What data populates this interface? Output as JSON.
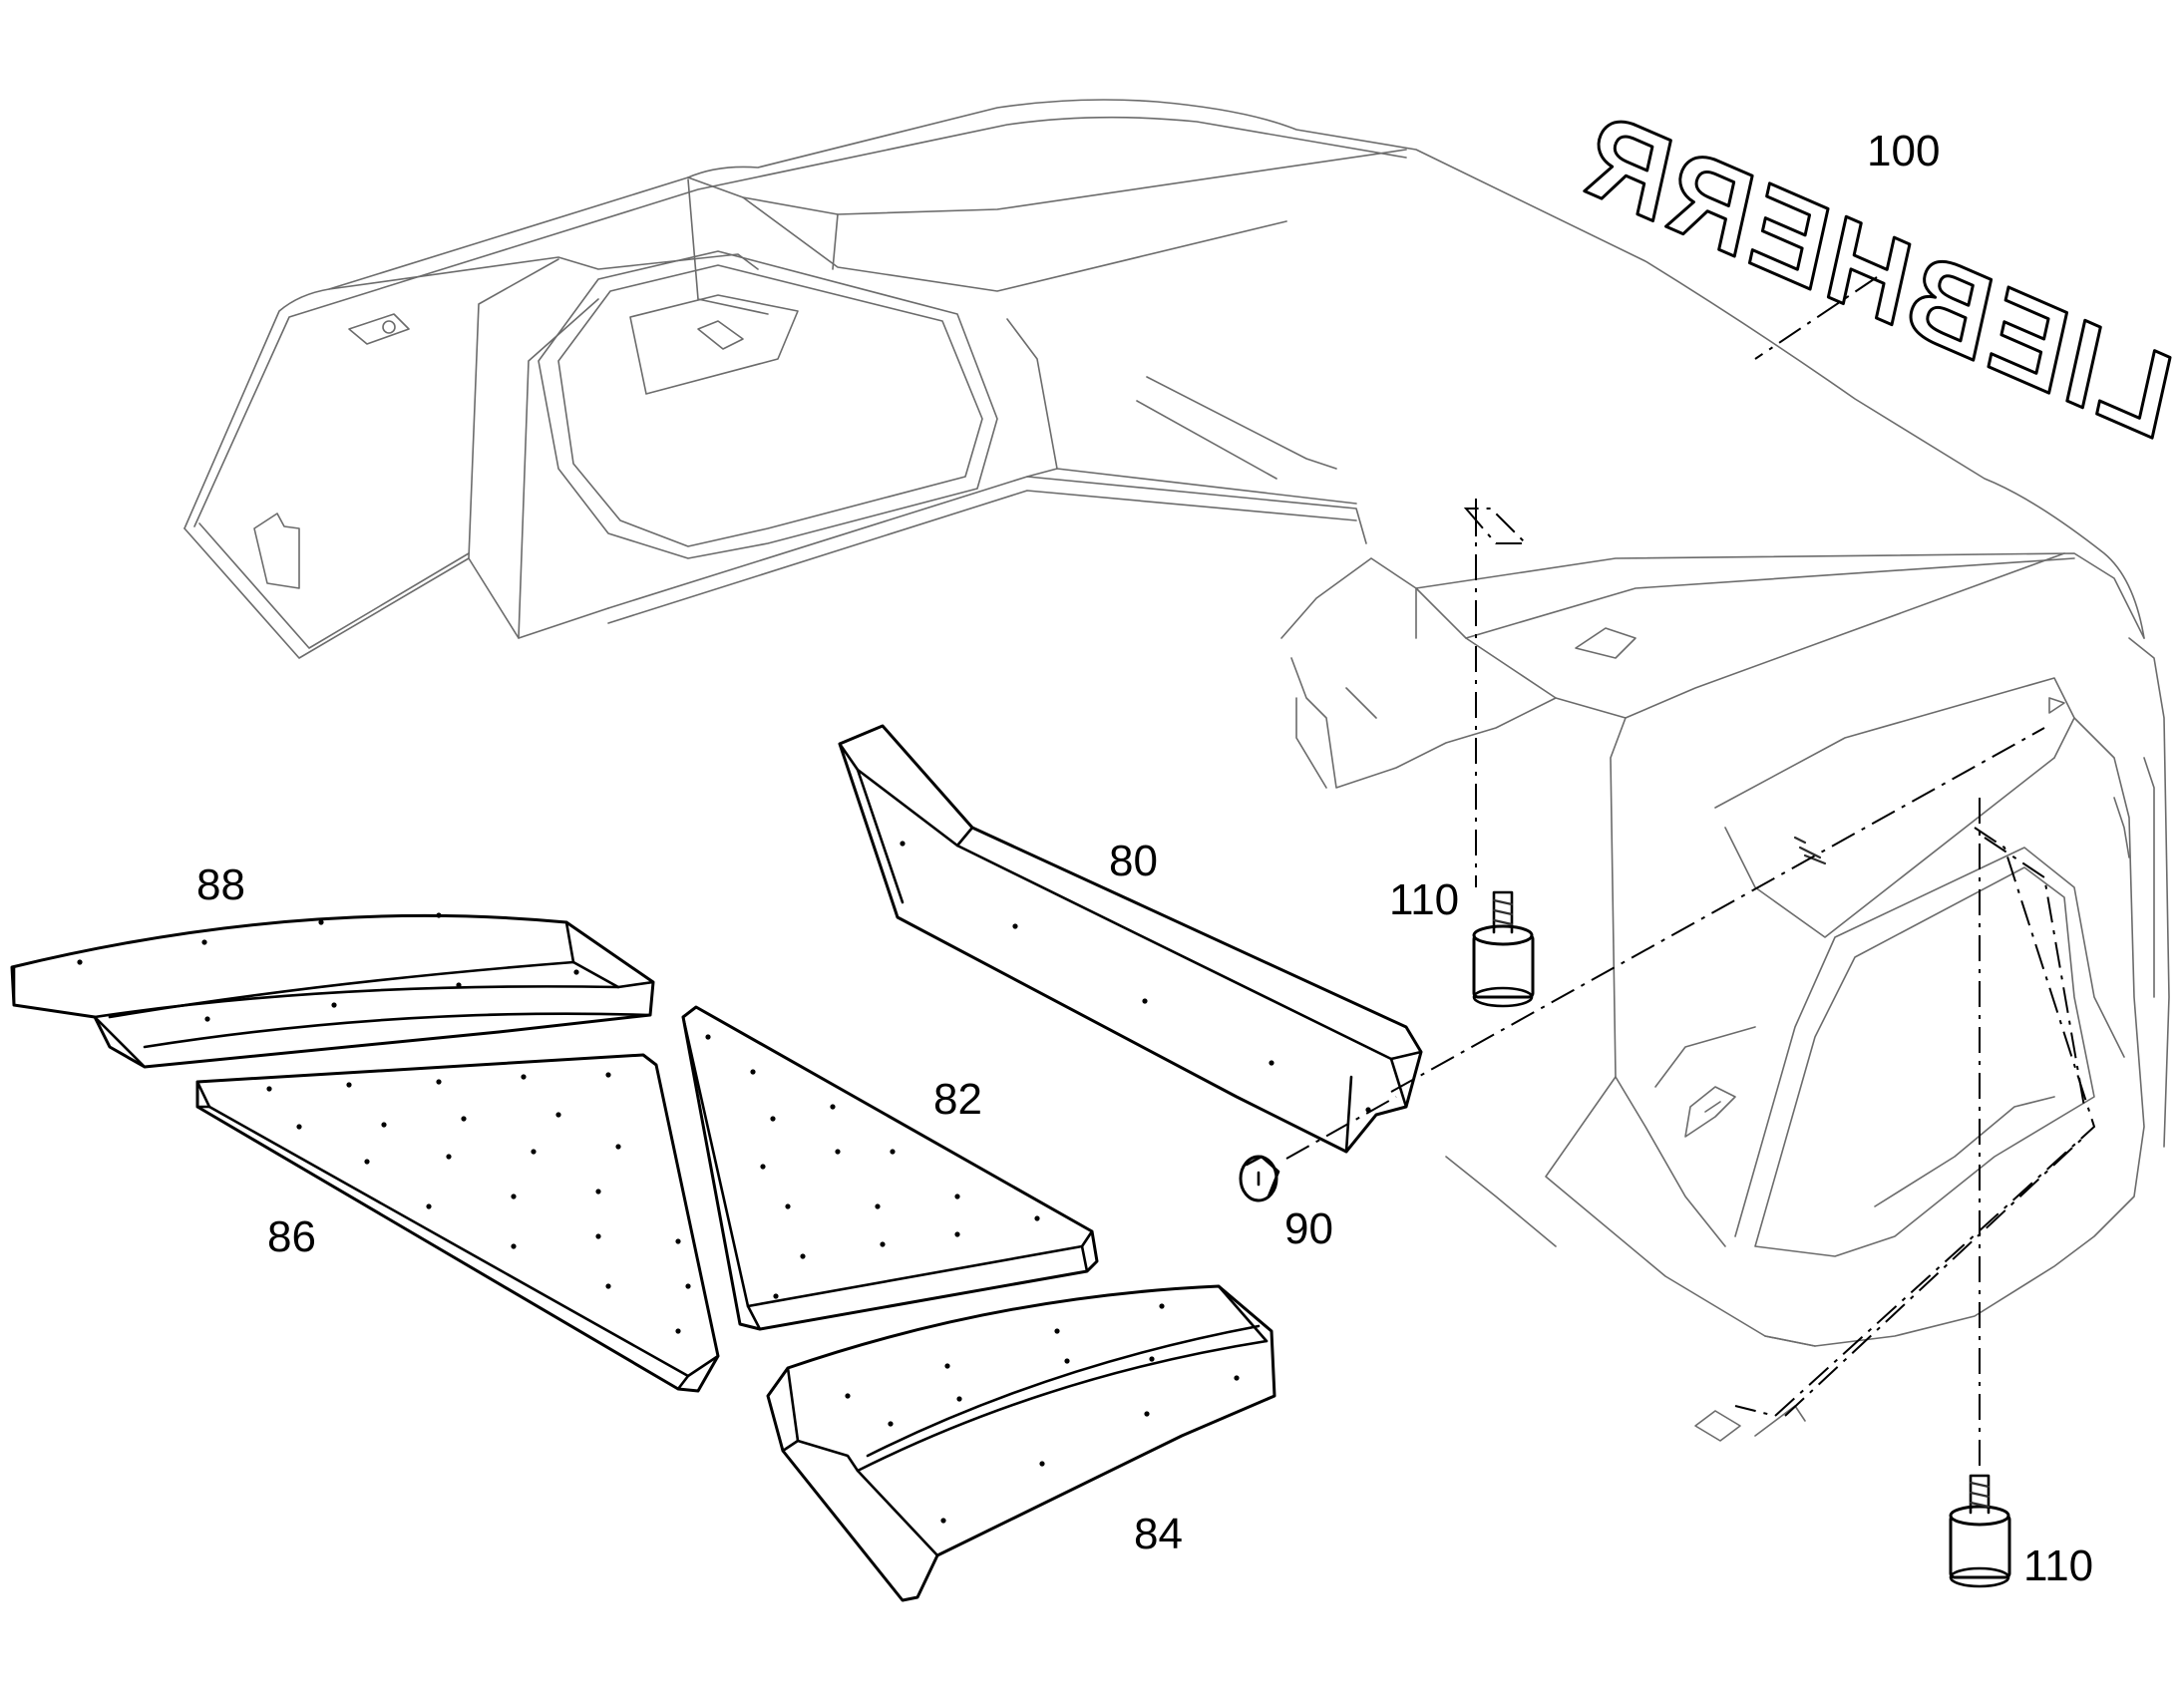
{
  "callouts": {
    "c80": "80",
    "c82": "82",
    "c84": "84",
    "c86": "86",
    "c88": "88",
    "c90": "90",
    "c100": "100",
    "c110_top": "110",
    "c110_bottom": "110"
  },
  "logo_text": "LIEBHERR",
  "colors": {
    "line": "#000000",
    "hidden_line": "#6b6b6b",
    "background": "#ffffff"
  }
}
